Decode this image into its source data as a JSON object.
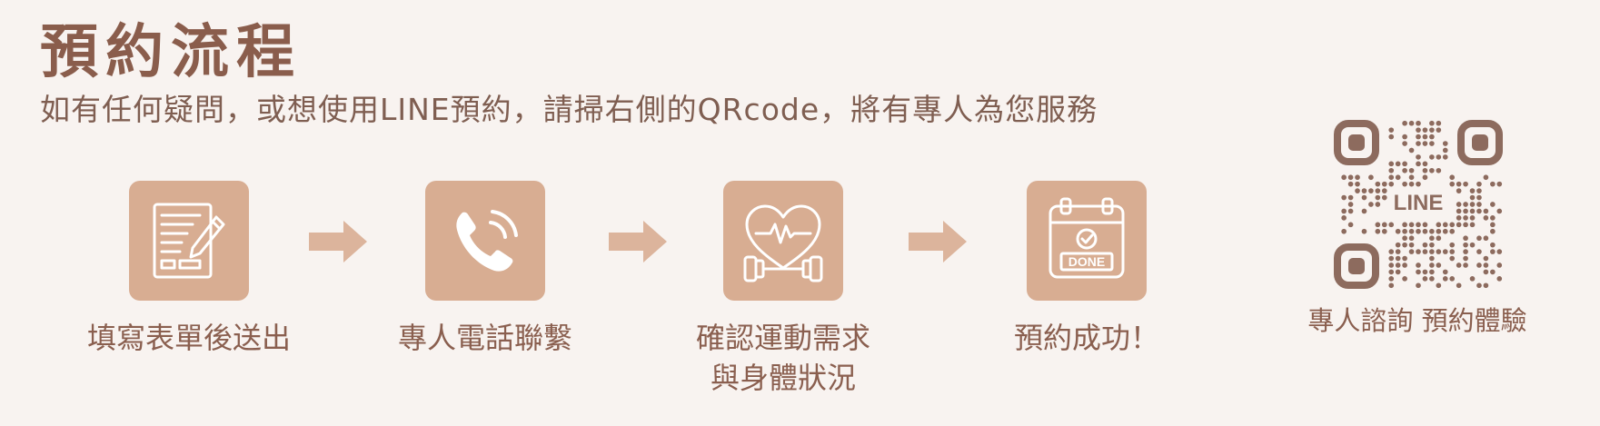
{
  "header": {
    "title": "預約流程",
    "subtitle": "如有任何疑問，或想使用LINE預約，請掃右側的QRcode，將有專人為您服務"
  },
  "steps": [
    {
      "label": "填寫表單後送出",
      "icon": "form-icon"
    },
    {
      "label": "專人電話聯繫",
      "icon": "phone-icon"
    },
    {
      "label_line1": "確認運動需求",
      "label_line2": "與身體狀況",
      "icon": "heart-dumbbell-icon"
    },
    {
      "label": "預約成功！",
      "icon": "calendar-done-icon",
      "icon_text": "DONE"
    }
  ],
  "qr": {
    "center_text": "LINE",
    "label": "專人諮詢 預約體驗"
  },
  "colors": {
    "background": "#f8f3f0",
    "icon_bg": "#d8ad92",
    "arrow": "#dcb49c",
    "text": "#8a5f4f",
    "qr": "#8d6b5e"
  }
}
